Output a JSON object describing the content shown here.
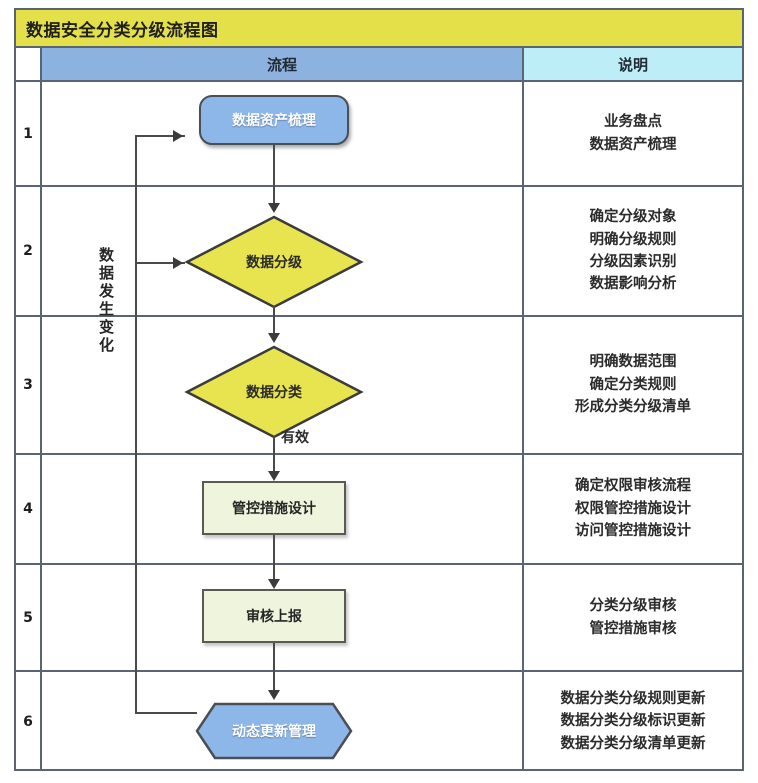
{
  "title": "数据安全分类分级流程图",
  "columns": {
    "number_header": "",
    "flow_header": "流程",
    "desc_header": "说明"
  },
  "colors": {
    "title_bg": "#e4e04a",
    "flow_header_bg": "#8cb3e0",
    "desc_header_bg": "#bdeef8",
    "process_blue": "#8cb7e8",
    "decision_yellow": "#e8e44f",
    "action_green": "#eef5dc",
    "border": "#5a6472",
    "connector": "#4a4a4a"
  },
  "loop_label": "数据发生变化",
  "edge_labels": {
    "valid": "有效"
  },
  "rows": [
    {
      "number": "1",
      "shape": "rounded-rect",
      "node_label": "数据资产梳理",
      "description": [
        "业务盘点",
        "数据资产梳理"
      ]
    },
    {
      "number": "2",
      "shape": "diamond",
      "node_label": "数据分级",
      "description": [
        "确定分级对象",
        "明确分级规则",
        "分级因素识别",
        "数据影响分析"
      ]
    },
    {
      "number": "3",
      "shape": "diamond",
      "node_label": "数据分类",
      "description": [
        "明确数据范围",
        "确定分类规则",
        "形成分类分级清单"
      ]
    },
    {
      "number": "4",
      "shape": "rect",
      "node_label": "管控措施设计",
      "description": [
        "确定权限审核流程",
        "权限管控措施设计",
        "访问管控措施设计"
      ]
    },
    {
      "number": "5",
      "shape": "rect",
      "node_label": "审核上报",
      "description": [
        "分类分级审核",
        "管控措施审核"
      ]
    },
    {
      "number": "6",
      "shape": "hexagon",
      "node_label": "动态更新管理",
      "description": [
        "数据分类分级规则更新",
        "数据分类分级标识更新",
        "数据分类分级清单更新"
      ]
    }
  ]
}
